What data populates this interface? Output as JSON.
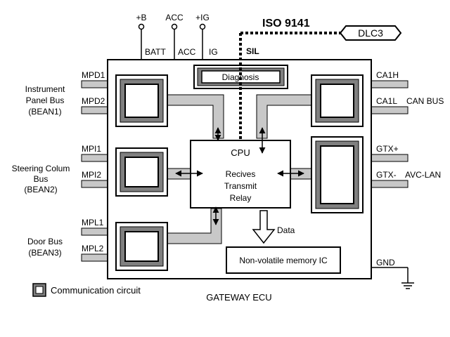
{
  "power_pins": {
    "b": "+B",
    "acc": "ACC",
    "ig": "+IG"
  },
  "power_inputs": {
    "batt": "BATT",
    "acc": "ACC",
    "ig": "IG"
  },
  "iso_label": "ISO 9141",
  "dlc_label": "DLC3",
  "sil_label": "SIL",
  "diagnosis_label": "Diagnosis",
  "left_buses": {
    "instrument": {
      "line1": "Instrument",
      "line2": "Panel Bus",
      "line3": "(BEAN1)",
      "pin1": "MPD1",
      "pin2": "MPD2"
    },
    "steering": {
      "line1": "Steering Colum",
      "line2": "Bus",
      "line3": "(BEAN2)",
      "pin1": "MPI1",
      "pin2": "MPI2"
    },
    "door": {
      "line1": "Door Bus",
      "line2": "(BEAN3)",
      "pin1": "MPL1",
      "pin2": "MPL2"
    }
  },
  "right_buses": {
    "can": {
      "pin1": "CA1H",
      "pin2": "CA1L",
      "name": "CAN BUS"
    },
    "avc": {
      "pin1": "GTX+",
      "pin2": "GTX-",
      "name": "AVC-LAN"
    }
  },
  "cpu": {
    "title": "CPU",
    "line1": "Recives",
    "line2": "Transmit",
    "line3": "Relay"
  },
  "data_label": "Data",
  "memory_label": "Non-volatile memory IC",
  "gnd_label": "GND",
  "legend_label": "Communication circuit",
  "ecu_label": "GATEWAY ECU",
  "colors": {
    "bus_fill": "#c8c8c8",
    "frame_dark": "#808080",
    "line": "#000000"
  }
}
